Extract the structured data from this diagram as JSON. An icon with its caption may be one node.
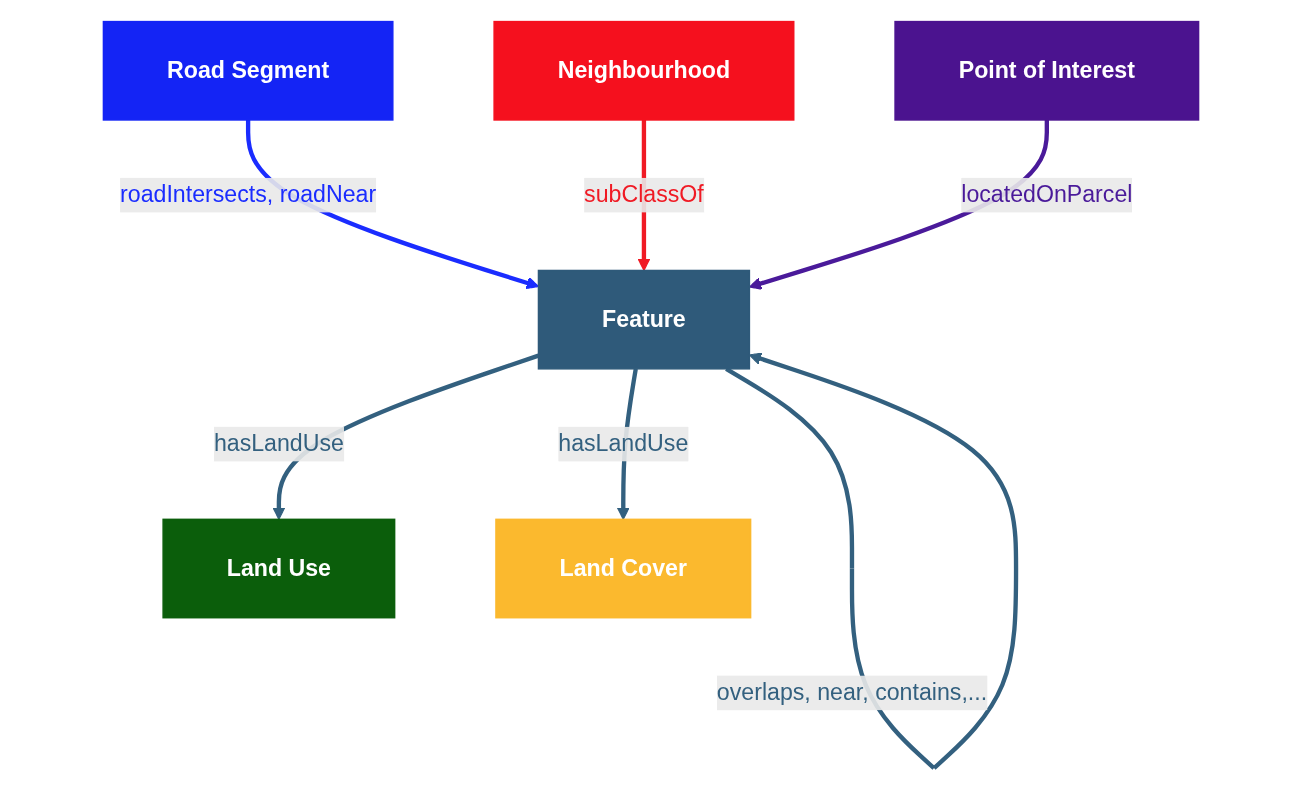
{
  "diagram": {
    "nodes": [
      {
        "text": [
          "Road Segment"
        ]
      },
      {
        "text": [
          "Neighbourhood"
        ]
      },
      {
        "text": [
          "Feature"
        ]
      },
      {
        "text": [
          "Land Use"
        ]
      },
      {
        "text": [
          "Land Cover"
        ]
      },
      {
        "text": [
          "Point of Interest"
        ]
      }
    ],
    "edges": [
      {
        "from": 0,
        "to": 2,
        "arrow": "to",
        "label": "roadIntersects, roadNear",
        "color": "#1a2cff"
      },
      {
        "from": 2,
        "to": 2,
        "arrow": "to",
        "label": "overlaps, near, contains,..."
      },
      {
        "from": 1,
        "to": 2,
        "arrow": "to",
        "label": "subClassOf",
        "color": "#f01a24"
      },
      {
        "from": 2,
        "to": 3,
        "arrow": "to",
        "label": "hasLandUse"
      },
      {
        "from": 2,
        "to": 4,
        "arrow": "to",
        "label": "hasLandUse"
      },
      {
        "from": 5,
        "to": 2,
        "arrow": "to",
        "label": "locatedOnParcel",
        "color": "#4a1a9a"
      }
    ]
  }
}
